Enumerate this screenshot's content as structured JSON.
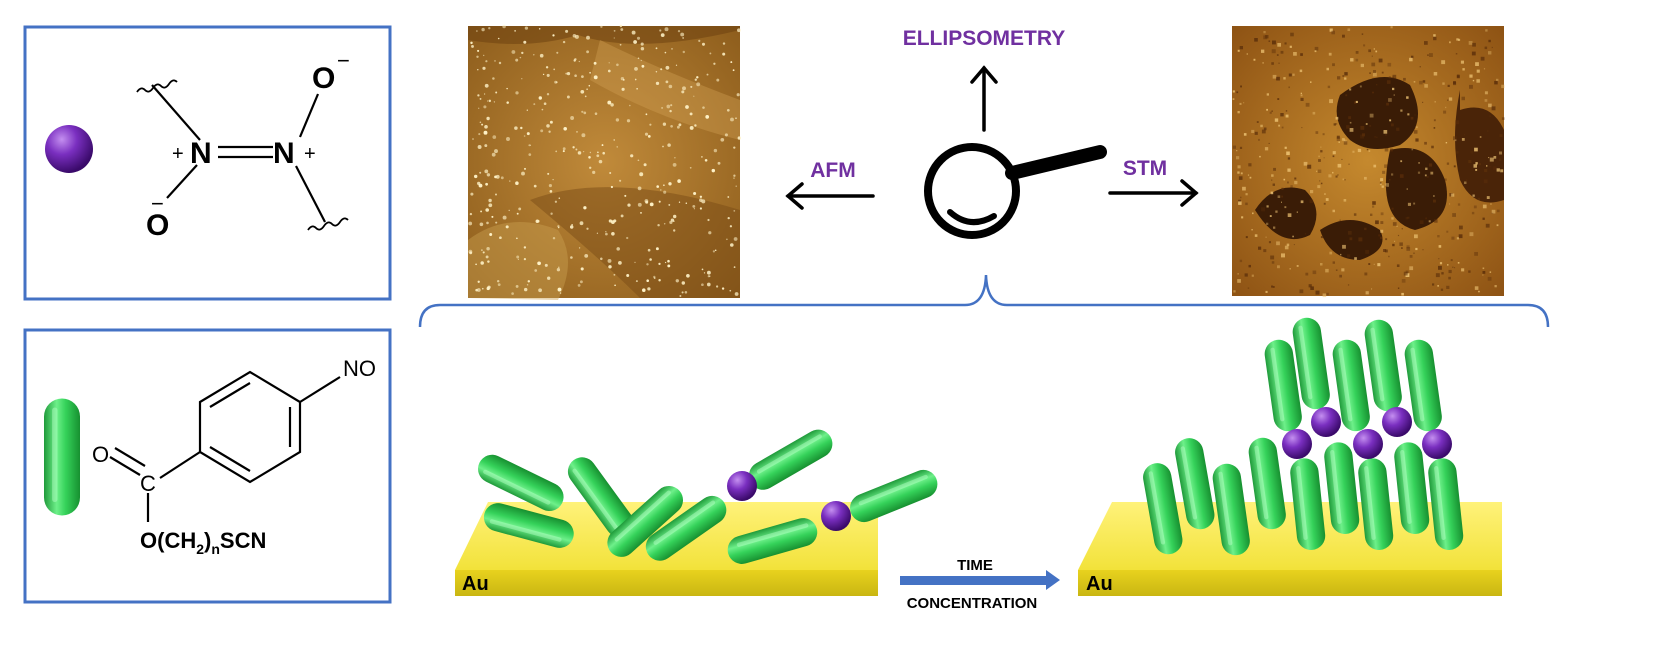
{
  "legend_top": {
    "charges": [
      "+",
      "+",
      "−",
      "−"
    ],
    "atoms": [
      "N",
      "N",
      "O",
      "O"
    ]
  },
  "legend_bottom": {
    "no_label": "NO",
    "o_label": "O",
    "c_label": "C",
    "chain_prefix": "O(CH",
    "chain_sub2": "2",
    "chain_mid": ")",
    "chain_subn": "n",
    "chain_suffix": "SCN"
  },
  "techniques": {
    "afm": "AFM",
    "stm": "STM",
    "ellipsometry": "ELLIPSOMETRY"
  },
  "substrate_label": "Au",
  "arrow": {
    "top": "TIME",
    "bottom": "CONCENTRATION"
  },
  "colors": {
    "box_border": "#4472c4",
    "purple_text": "#7030a0",
    "sphere": "#7030a0",
    "rod": "#2ecc55",
    "gold": "#f0e02a",
    "afm": "#b37a2a",
    "stm": "#9a5a10",
    "arrow_blue": "#4472c4"
  },
  "icons": [
    "magnifier-icon",
    "molecule-sphere-icon",
    "molecule-rod-icon"
  ]
}
